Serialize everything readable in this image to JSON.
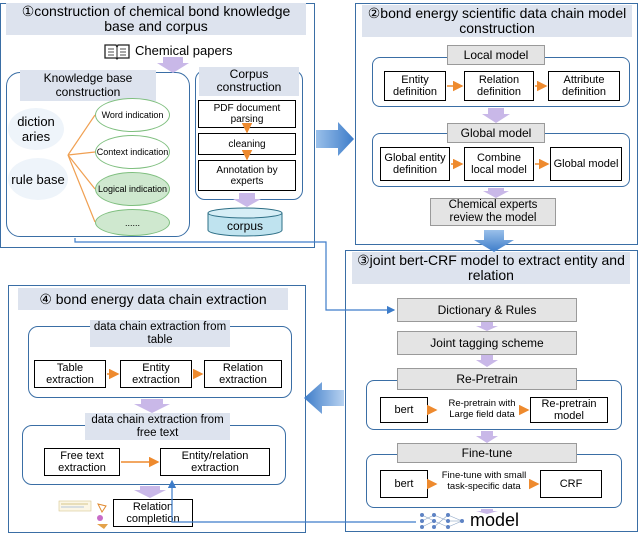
{
  "panel1": {
    "title": "①construction of chemical bond knowledge base and corpus",
    "papers": "Chemical papers",
    "kb_title": "Knowledge base construction",
    "dictionaries": "diction aries",
    "rule_base": "rule base",
    "word_indication": "Word indication",
    "context_indication": "Context indication",
    "logical_indication": "Logical indication",
    "ellipsis": "......",
    "corpus_title": "Corpus construction",
    "pdf_parsing": "PDF document parsing",
    "cleaning": "cleaning",
    "annotation": "Annotation by experts",
    "corpus": "corpus"
  },
  "panel2": {
    "title": "②bond energy scientific data chain model construction",
    "local_model": "Local model",
    "entity_def": "Entity definition",
    "relation_def": "Relation definition",
    "attribute_def": "Attribute definition",
    "global_model": "Global model",
    "global_entity_def": "Global entity definition",
    "combine_local": "Combine local model",
    "global_model_box": "Global model",
    "review": "Chemical experts review the model"
  },
  "panel3": {
    "title": "③joint bert-CRF model to extract entity and relation",
    "dict_rules": "Dictionary & Rules",
    "joint_tagging": "Joint tagging scheme",
    "re_pretrain": "Re-Pretrain",
    "bert1": "bert",
    "re_pretrain_text": "Re-pretrain with Large field data",
    "re_pretrain_model": "Re-pretrain model",
    "fine_tune": "Fine-tune",
    "bert2": "bert",
    "fine_tune_text": "Fine-tune with small task-specific data",
    "crf": "CRF",
    "model": "model"
  },
  "panel4": {
    "title": "④ bond energy data chain extraction",
    "from_table": "data chain extraction from table",
    "table_extraction": "Table extraction",
    "entity_extraction": "Entity extraction",
    "relation_extraction": "Relation extraction",
    "from_text": "data chain extraction from free text",
    "free_text_extraction": "Free text extraction",
    "entity_relation_extraction": "Entity/relation extraction",
    "relation_completion": "Relation completion"
  },
  "colors": {
    "panel_border": "#3a6ea5",
    "title_bg": "#dde3ee",
    "arrow_blue": "#3d7cc9",
    "arrow_light": "#c9b8e8",
    "oval_fill": "#cfe8cf",
    "leaf_border": "#f0a052",
    "cylinder": "#bfe3ef"
  }
}
